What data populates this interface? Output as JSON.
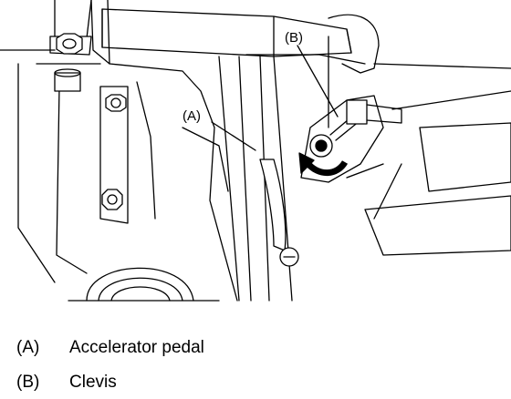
{
  "callouts": {
    "a": "(A)",
    "b": "(B)"
  },
  "legend": [
    {
      "key": "(A)",
      "text": "Accelerator pedal"
    },
    {
      "key": "(B)",
      "text": "Clevis"
    }
  ],
  "icons": [
    "rotation-arrow-icon"
  ],
  "colors": {
    "line": "#000000",
    "background": "#ffffff"
  }
}
